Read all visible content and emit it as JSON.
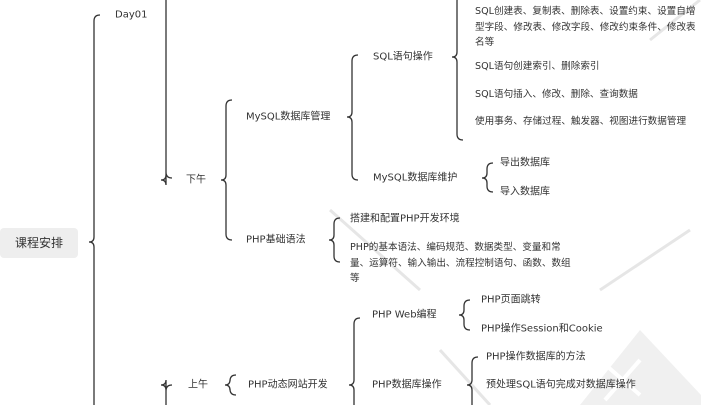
{
  "root": "课程安排",
  "day01": "Day01",
  "afternoon": "下午",
  "morning": "上午",
  "mysql_mgmt": {
    "label": "MySQL数据库管理",
    "sql_ops": {
      "label": "SQL语句操作",
      "items": [
        "SQL创建表、复制表、删除表、设置约束、设置自增型字段、修改表、修改字段、修改约束条件、修改表名等",
        "SQL语句创建索引、删除索引",
        "SQL语句插入、修改、删除、查询数据",
        "使用事务、存储过程、触发器、视图进行数据管理"
      ]
    },
    "maintenance": {
      "label": "MySQL数据库维护",
      "items": [
        "导出数据库",
        "导入数据库"
      ]
    }
  },
  "php_basic": {
    "label": "PHP基础语法",
    "items": [
      "搭建和配置PHP开发环境",
      "PHP的基本语法、编码规范、数据类型、变量和常量、运算符、输入输出、流程控制语句、函数、数组等"
    ]
  },
  "php_dynamic": {
    "label": "PHP动态网站开发",
    "web": {
      "label": "PHP Web编程",
      "items": [
        "PHP页面跳转",
        "PHP操作Session和Cookie"
      ]
    },
    "db": {
      "label": "PHP数据库操作",
      "items": [
        "PHP操作数据库的方法",
        "预处理SQL语句完成对数据库操作"
      ]
    }
  }
}
